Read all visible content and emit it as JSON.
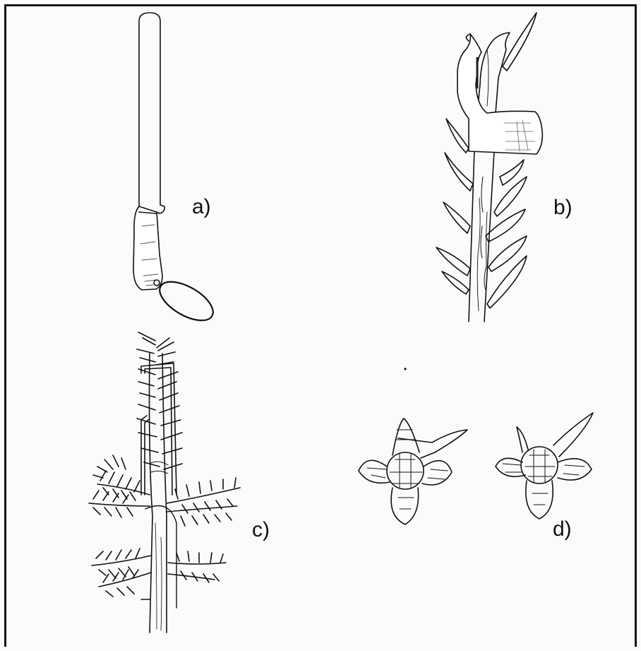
{
  "panels": {
    "a": {
      "label": "a)",
      "illustration": "knife-icon"
    },
    "b": {
      "label": "b)",
      "illustration": "pruned-shoot-icon"
    },
    "c": {
      "label": "c)",
      "illustration": "fir-branch-icon"
    },
    "d": {
      "label": "d)",
      "illustration": "bud-cluster-icon"
    }
  },
  "colors": {
    "ink": "#111111",
    "paper": "#fbfbfa",
    "frame": "#141414"
  }
}
